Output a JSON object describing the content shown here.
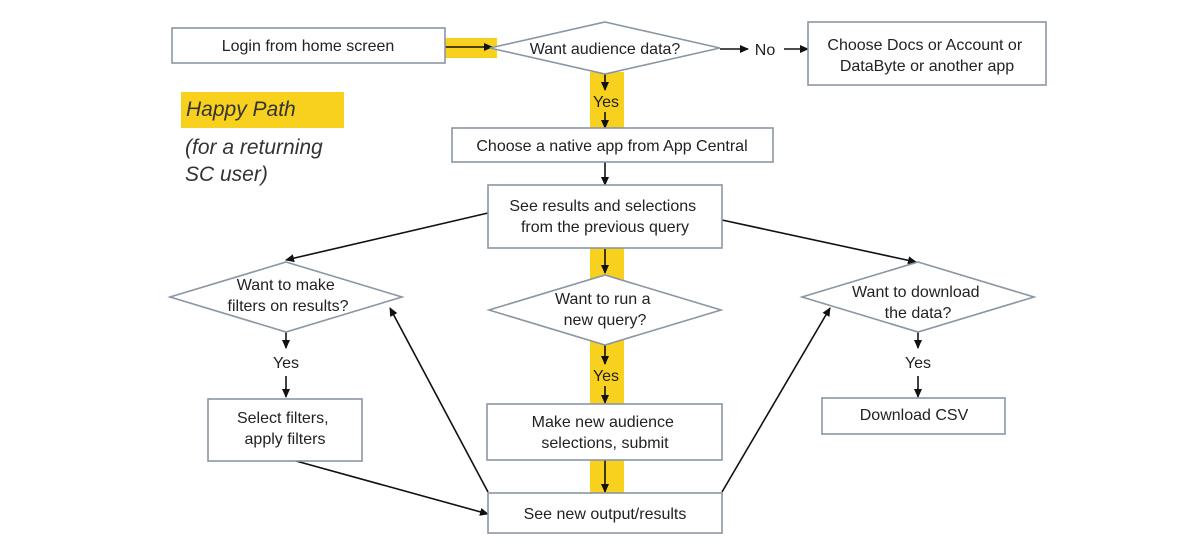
{
  "legend": {
    "title": "Happy Path",
    "subtitle_line1": "(for a returning",
    "subtitle_line2": "SC user)"
  },
  "nodes": {
    "login": [
      "Login from home screen"
    ],
    "want_audience": [
      "Want audience data?"
    ],
    "choose_docs": [
      "Choose Docs or Account or",
      "DataByte or another app"
    ],
    "choose_native": [
      "Choose a native app from App Central"
    ],
    "see_results": [
      "See results and selections",
      "from the previous query"
    ],
    "want_filters": [
      "Want to make",
      "filters on results?"
    ],
    "want_run": [
      "Want to run a",
      "new query?"
    ],
    "want_download": [
      "Want to download",
      "the data?"
    ],
    "select_filters": [
      "Select filters,",
      "apply filters"
    ],
    "make_new": [
      "Make new audience",
      "selections, submit"
    ],
    "download_csv": [
      "Download CSV"
    ],
    "see_new_output": [
      "See new output/results"
    ]
  },
  "labels": {
    "no": "No",
    "yes_audience": "Yes",
    "yes_filters": "Yes",
    "yes_run": "Yes",
    "yes_download": "Yes"
  },
  "colors": {
    "highlight": "#f7d11e",
    "box_stroke": "#8a96a3",
    "arrow": "#111111",
    "text": "#222222"
  }
}
